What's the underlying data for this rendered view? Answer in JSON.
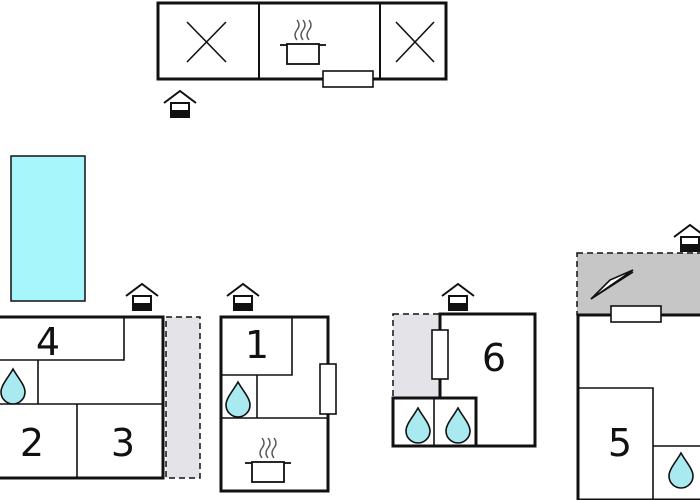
{
  "floorplan": {
    "colors": {
      "wall": "#111111",
      "pool": "#a6f6fb",
      "terrace": "#e3e3e8",
      "covered_terrace": "#c6c6c6",
      "water_drop": "#a9eaf0",
      "background": "#ffffff"
    },
    "rooms": {
      "room_1": "1",
      "room_2": "2",
      "room_3": "3",
      "room_4": "4",
      "room_5": "5",
      "room_6": "6"
    },
    "icons": {
      "entrance": "entrance-house-icon",
      "bathroom": "water-drop-icon",
      "kitchen": "cooking-pot-icon",
      "bedroom_cross": "cross-icon",
      "window": "window-rect",
      "sunbed": "triangle-icon"
    }
  }
}
